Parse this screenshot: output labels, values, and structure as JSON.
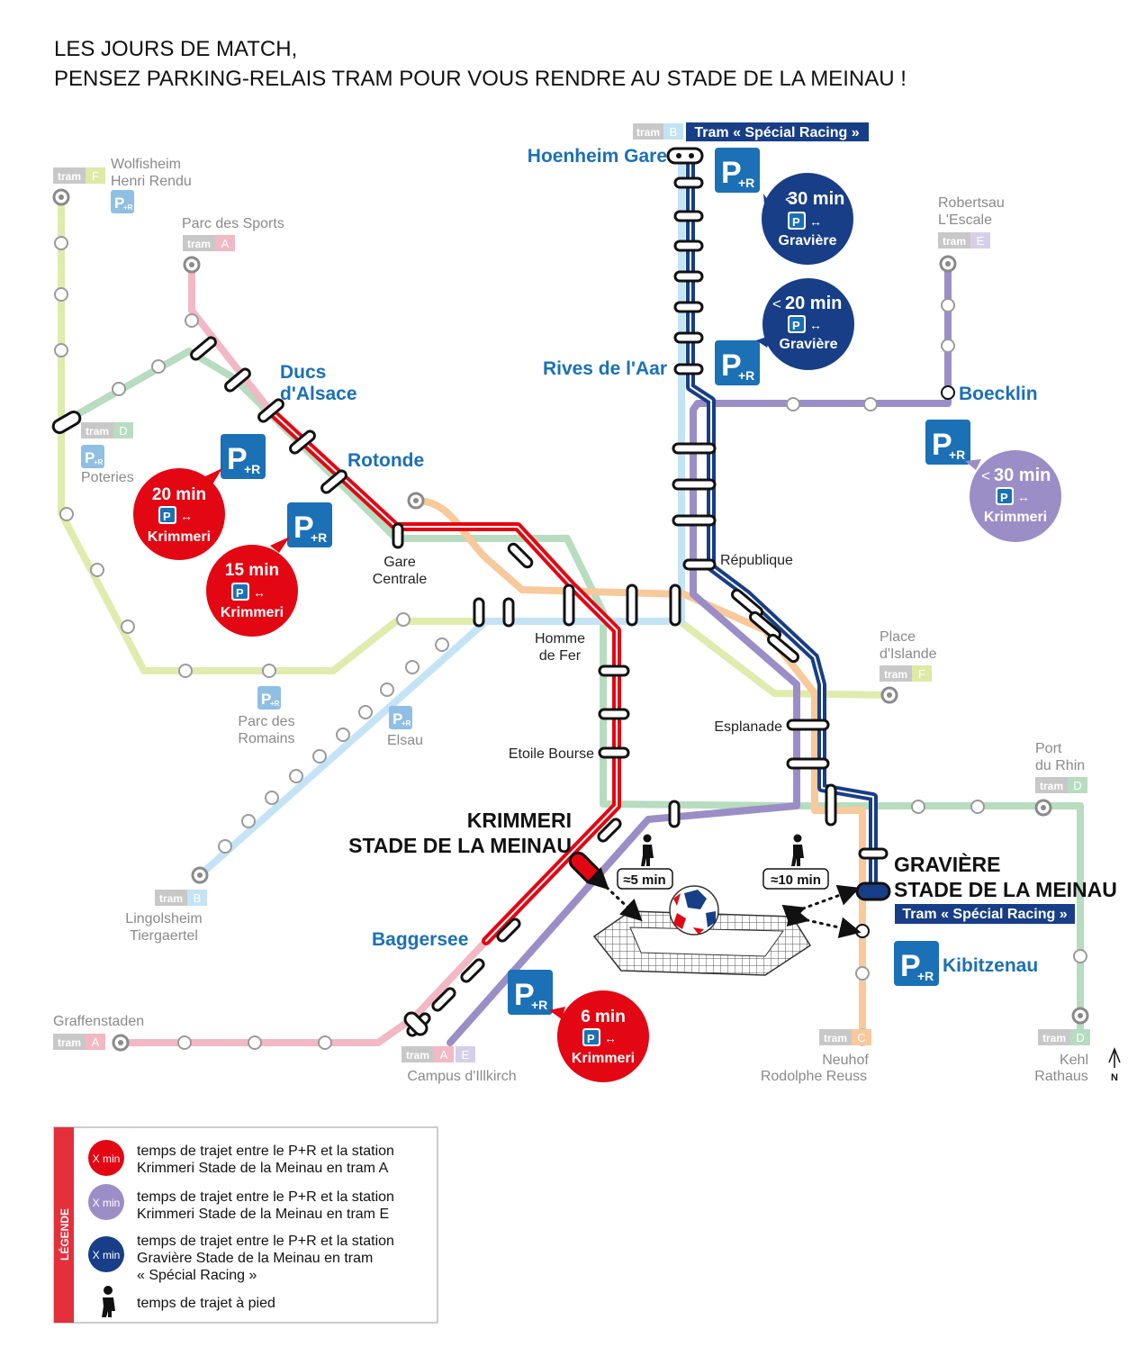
{
  "title": {
    "line1": "LES JOURS DE MATCH,",
    "line2": "PENSEZ PARKING-RELAIS TRAM POUR VOUS RENDRE AU STADE DE LA MEINAU !"
  },
  "colors": {
    "line_A": "#e30613",
    "line_A_pale": "#f2b8c4",
    "line_B": "#c4e4f6",
    "line_C": "#f7c99b",
    "line_D": "#b7dcbf",
    "line_E": "#9b8ec7",
    "line_F": "#dde9a5",
    "special": "#173e86",
    "pr_blue": "#1b70b6"
  },
  "labels": {
    "tram": "tram",
    "pr_p": "P",
    "pr_plus_r": "+R",
    "walk_icon": "pedestrian-icon",
    "north": "N"
  },
  "tram_badges": {
    "B_top": "B",
    "F_wolfisheim": "F",
    "A_parc": "A",
    "D_poteries": "D",
    "E_robertsau": "E",
    "F_islande": "F",
    "D_port": "D",
    "B_lingolsheim": "B",
    "A_graffenstaden": "A",
    "A_campus": "A",
    "E_campus": "E",
    "C_neuhof": "C",
    "D_kehl": "D"
  },
  "special_racing": {
    "top": "Tram « Spécial Racing »",
    "bottom": "Tram « Spécial Racing »"
  },
  "stations": {
    "hoenheim": "Hoenheim Gare",
    "rives": "Rives de l'Aar",
    "boecklin": "Boecklin",
    "ducs_1": "Ducs",
    "ducs_2": "d'Alsace",
    "rotonde": "Rotonde",
    "kibitzenau": "Kibitzenau",
    "baggersee": "Baggersee",
    "krimmeri_1": "KRIMMERI",
    "krimmeri_2": "STADE DE LA MEINAU",
    "graviere_1": "GRAVIÈRE",
    "graviere_2": "STADE DE LA MEINAU",
    "republique": "République",
    "gare_1": "Gare",
    "gare_2": "Centrale",
    "homme_1": "Homme",
    "homme_2": "de Fer",
    "esplanade": "Esplanade",
    "etoile": "Etoile Bourse",
    "wolfisheim_1": "Wolfisheim",
    "wolfisheim_2": "Henri Rendu",
    "parc_sports": "Parc des Sports",
    "robertsau_1": "Robertsau",
    "robertsau_2": "L'Escale",
    "poteries": "Poteries",
    "parc_romains_1": "Parc des",
    "parc_romains_2": "Romains",
    "elsau": "Elsau",
    "place_islande_1": "Place",
    "place_islande_2": "d'Islande",
    "port_rhin_1": "Port",
    "port_rhin_2": "du Rhin",
    "lingolsheim_1": "Lingolsheim",
    "lingolsheim_2": "Tiergaertel",
    "graffenstaden": "Graffenstaden",
    "campus": "Campus d'Illkirch",
    "neuhof_1": "Neuhof",
    "neuhof_2": "Rodolphe Reuss",
    "kehl_1": "Kehl",
    "kehl_2": "Rathaus"
  },
  "bubbles": {
    "hoenheim": {
      "time": "30 min",
      "prefix": "<",
      "dest": "Gravière"
    },
    "rives": {
      "time": "20 min",
      "prefix": "<",
      "dest": "Gravière"
    },
    "boecklin": {
      "time": "30 min",
      "prefix": "<",
      "dest": "Krimmeri"
    },
    "ducs": {
      "time": "20 min",
      "prefix": "",
      "dest": "Krimmeri"
    },
    "rotonde": {
      "time": "15 min",
      "prefix": "",
      "dest": "Krimmeri"
    },
    "baggersee": {
      "time": "6 min",
      "prefix": "",
      "dest": "Krimmeri"
    }
  },
  "walk": {
    "krimmeri": "≈5 min",
    "graviere": "≈10 min"
  },
  "legend": {
    "title": "LÉGENDE",
    "xmin": "X min",
    "red_1": "temps de trajet entre le P+R et la station",
    "red_2": "Krimmeri Stade de la Meinau en tram A",
    "purple_1": "temps de trajet entre le P+R et la station",
    "purple_2": "Krimmeri Stade de la Meinau en tram E",
    "blue_1": "temps de trajet entre le P+R et la station",
    "blue_2": "Gravière Stade de la Meinau en tram",
    "blue_3": "« Spécial Racing »",
    "walk": "temps de trajet à pied"
  }
}
